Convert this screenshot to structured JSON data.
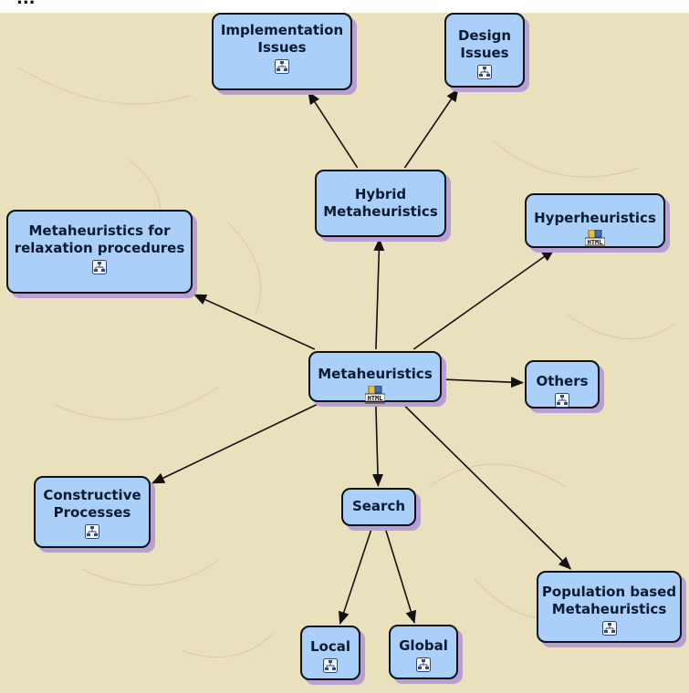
{
  "header_text": "...",
  "concept_map": {
    "central": {
      "label": "Metaheuristics",
      "icon": "html-icon"
    },
    "nodes": {
      "hybrid": {
        "label": "Hybrid\nMetaheuristics",
        "icon": "concept-map-icon"
      },
      "implementation": {
        "label": "Implementation\nIssues",
        "icon": "concept-map-icon"
      },
      "design": {
        "label": "Design\nIssues",
        "icon": "concept-map-icon"
      },
      "relaxation": {
        "label": "Metaheuristics for\nrelaxation procedures",
        "icon": "concept-map-icon"
      },
      "hyperheuristics": {
        "label": "Hyperheuristics",
        "icon": "html-icon"
      },
      "others": {
        "label": "Others",
        "icon": "concept-map-icon"
      },
      "constructive": {
        "label": "Constructive\nProcesses",
        "icon": "concept-map-icon"
      },
      "search": {
        "label": "Search",
        "icon": "none"
      },
      "population": {
        "label": "Population based\nMetaheuristics",
        "icon": "concept-map-icon"
      },
      "local": {
        "label": "Local",
        "icon": "concept-map-icon"
      },
      "global": {
        "label": "Global",
        "icon": "concept-map-icon"
      }
    },
    "edges": [
      [
        "central",
        "hybrid"
      ],
      [
        "hybrid",
        "implementation"
      ],
      [
        "hybrid",
        "design"
      ],
      [
        "central",
        "relaxation"
      ],
      [
        "central",
        "hyperheuristics"
      ],
      [
        "central",
        "others"
      ],
      [
        "central",
        "constructive"
      ],
      [
        "central",
        "search"
      ],
      [
        "central",
        "population"
      ],
      [
        "search",
        "local"
      ],
      [
        "search",
        "global"
      ]
    ],
    "colors": {
      "background": "#e9e0bd",
      "node_fill": "#aad0fa",
      "node_border": "#111111",
      "node_shadow": "#b79fd6",
      "arrow": "#111111"
    }
  }
}
